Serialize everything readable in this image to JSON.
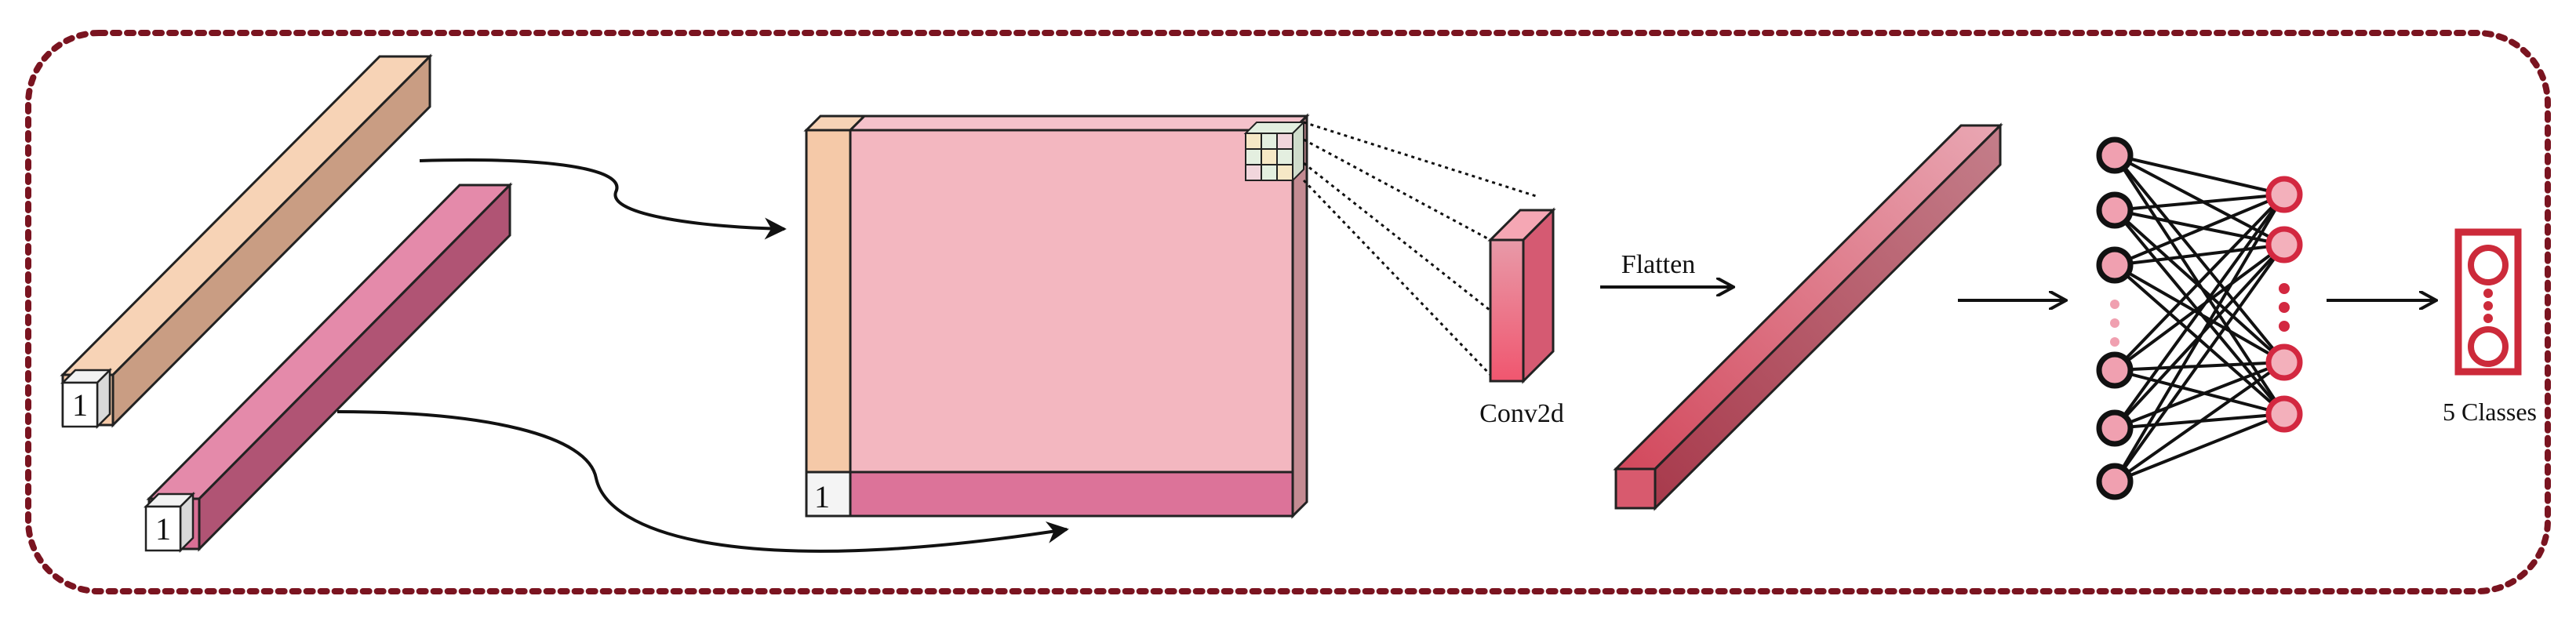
{
  "colors": {
    "frame_border": "#7a1420",
    "peach_front": "#f5c9a8",
    "peach_top": "#f7d3b6",
    "peach_side": "#c99d83",
    "pink_front": "#d96f95",
    "pink_top": "#e48aaa",
    "pink_side": "#b05474",
    "matrix_face": "#f3b7c0",
    "matrix_side": "#c48b92",
    "conv_front": "#f06b82",
    "conv_side": "#d55a72",
    "flat_front": "#d85a6e",
    "flat_side": "#b24358",
    "node_left": "#f0a0b0",
    "node_right_stroke": "#d32840",
    "output_stroke": "#cc2a3a"
  },
  "icons": {
    "arrowhead": "arrowhead-icon",
    "kernel": "kernel-grid-icon",
    "neuron": "neuron-icon"
  },
  "labels": {
    "input_a_dim": "1",
    "input_b_dim": "1",
    "matrix_dim": "1",
    "conv": "Conv2d",
    "flatten": "Flatten",
    "classes": "5 Classes"
  }
}
